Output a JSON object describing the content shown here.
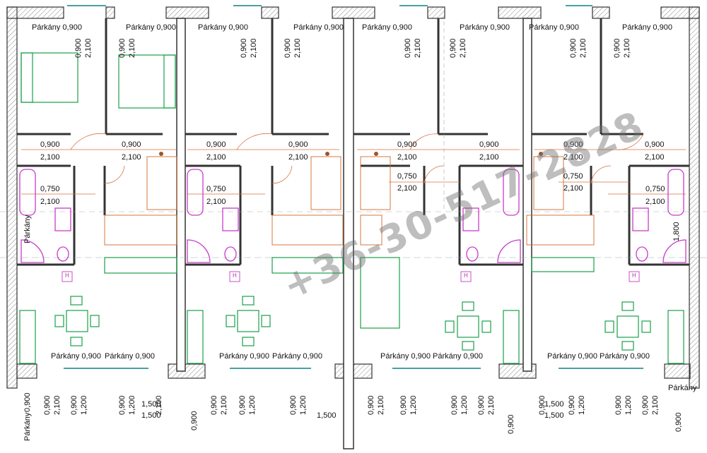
{
  "drawing": {
    "watermark_phone": "+36-30-517-2828",
    "labels": {
      "sill": "Párkány 0,900",
      "sill_short": "Párkány",
      "h_900": "0,900",
      "h_750": "0,750",
      "h_2100": "2,100",
      "h_1200": "1,200",
      "h_1500": "1,500",
      "h_1800": "1,800",
      "heater": "H"
    },
    "colors": {
      "wall": "#333333",
      "furniture": "#19a04a",
      "sanitary": "#c83cc8",
      "stairs": "#d06a2a",
      "dimension": "#d97040",
      "window": "#4aa0a0"
    }
  }
}
